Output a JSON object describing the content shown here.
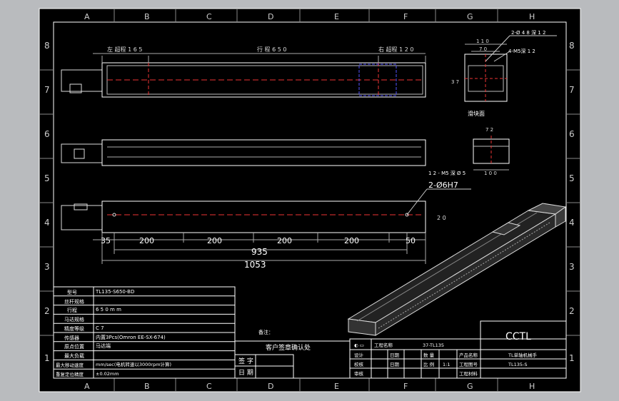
{
  "grid": {
    "columns": [
      "A",
      "B",
      "C",
      "D",
      "E",
      "F",
      "G",
      "H"
    ],
    "rows": [
      "8",
      "7",
      "6",
      "5",
      "4",
      "3",
      "2",
      "1"
    ]
  },
  "top_view": {
    "left_travel": "左 超程 1 6 5",
    "travel": "行 程 6 5 0",
    "right_travel": "右 超程 1 2 0"
  },
  "side_view": {
    "hole_callout": "2-Ø6H7",
    "height_label": "2 0",
    "segments": [
      "35",
      "200",
      "200",
      "200",
      "200",
      "50"
    ],
    "overall_935": "935",
    "overall_1053": "1053"
  },
  "carriage_view": {
    "width_label": "1 1 0",
    "inner_label": "7 0",
    "height_label": "3 7",
    "callout_1": "2-Ø 4 8 深 1 2",
    "callout_2": "4-M5深 1 2",
    "caption": "滑块面"
  },
  "section_view": {
    "top_label": "7 2",
    "bottom_label": "1 0 0",
    "callout": "1 2 - M5 深 Ø 5"
  },
  "spec_table": [
    {
      "label": "型号",
      "value": "TL135-S650-BD"
    },
    {
      "label": "丝杆规格",
      "value": ""
    },
    {
      "label": "行程",
      "value": "6 5 0 m m"
    },
    {
      "label": "马达规格",
      "value": ""
    },
    {
      "label": "精度等级",
      "value": "C 7"
    },
    {
      "label": "传感器",
      "value": "内置3Pcs(Omron EE-SX-674)"
    },
    {
      "label": "原点位置",
      "value": "马达端"
    },
    {
      "label": "最大负载",
      "value": ""
    },
    {
      "label": "最大移动速度",
      "value": "mm/sec(电机转速以3000rpm计算)"
    },
    {
      "label": "重复定位精度",
      "value": "±0.02mm"
    }
  ],
  "notes_label": "备注：",
  "confirm_title": "客户签章确认处",
  "sign_label": "签 字",
  "date_label": "日 期",
  "title_block": {
    "logo": "CCTL",
    "project_name_label": "工程名称",
    "project_name_value": "37-TL135",
    "design_label": "设计",
    "check_label": "校核",
    "review_label": "审核",
    "ratio_label": "比 例",
    "ratio_value": "1:1",
    "date_label": "日期",
    "quantity_label": "数 量",
    "product_name_label": "产品名称",
    "product_name_value": "TL单轴机械手",
    "drawing_no_label": "工程图号",
    "drawing_no_value": "TL135-S",
    "material_label": "工程材料"
  }
}
